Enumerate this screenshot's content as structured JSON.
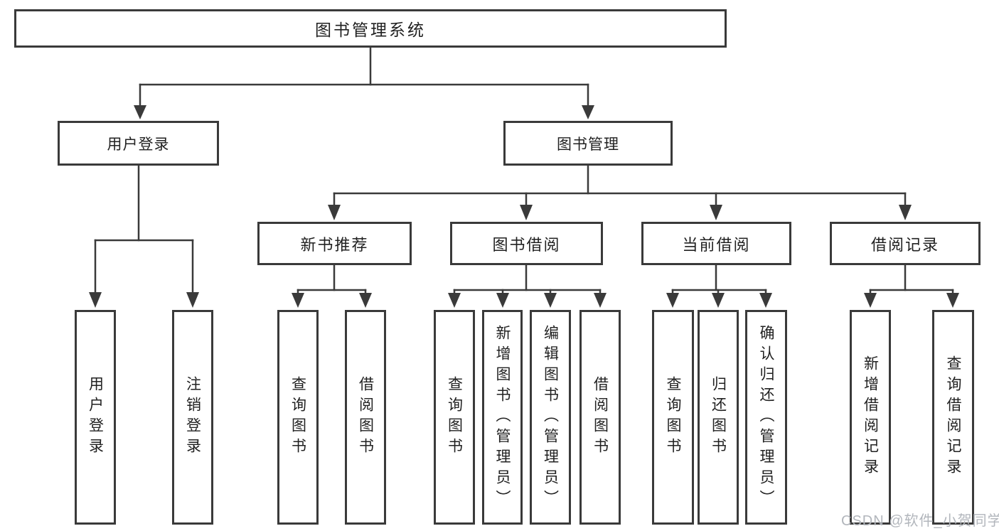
{
  "diagram": {
    "root": "图书管理系统",
    "level2": {
      "user_login": "用户登录",
      "book_mgmt": "图书管理"
    },
    "level3": {
      "new_book_rec": "新书推荐",
      "book_borrow": "图书借阅",
      "current_borrow": "当前借阅",
      "borrow_record": "借阅记录"
    },
    "leaves": {
      "user_login": "用户登录",
      "logout": "注销登录",
      "rec_query_book": "查询图书",
      "rec_borrow_book": "借阅图书",
      "bb_query_book": "查询图书",
      "bb_add_book": "新增图书（管理员）",
      "bb_edit_book": "编辑图书（管理员）",
      "bb_borrow_book": "借阅图书",
      "cur_query_book": "查询图书",
      "cur_return_book": "归还图书",
      "cur_confirm_return": "确认归还（管理员）",
      "record_add": "新增借阅记录",
      "record_query": "查询借阅记录"
    },
    "watermark": "CSDN @软件_小贺同学",
    "colors": {
      "line": "#3a3a3a",
      "text": "#212121",
      "background": "#ffffff",
      "watermark": "#b2b6bc"
    }
  }
}
